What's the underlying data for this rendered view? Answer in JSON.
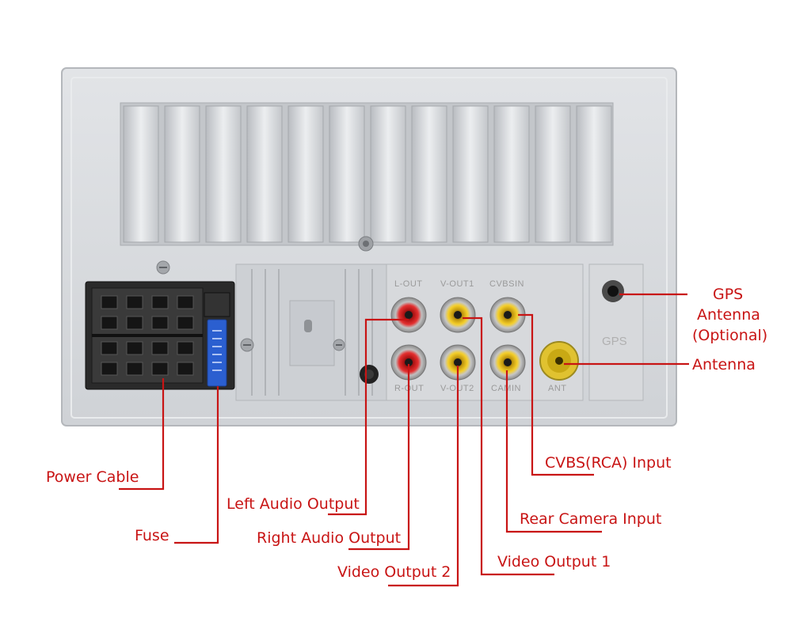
{
  "panel_labels": {
    "l_out": "L-OUT",
    "v_out1": "V-OUT1",
    "cvbs_in": "CVBSIN",
    "r_out": "R-OUT",
    "v_out2": "V-OUT2",
    "cam_in": "CAMIN",
    "ant": "ANT",
    "gps": "GPS"
  },
  "callouts": {
    "gps_antenna_line1": "GPS",
    "gps_antenna_line2": "Antenna",
    "gps_antenna_line3": "(Optional)",
    "antenna": "Antenna",
    "cvbs_input": "CVBS(RCA) Input",
    "power_cable": "Power Cable",
    "left_audio_output": "Left Audio Output",
    "rear_camera_input": "Rear Camera  Input",
    "fuse": "Fuse",
    "right_audio_output": "Right Audio Output",
    "video_output_1": "Video Output 1",
    "video_output_2": "Video Output 2"
  },
  "colors": {
    "callout": "#c81414",
    "rca_red": "#d42020",
    "rca_yellow": "#f0c419",
    "fuse_blue": "#2b5fd0",
    "housing": "#d4d6d9"
  }
}
